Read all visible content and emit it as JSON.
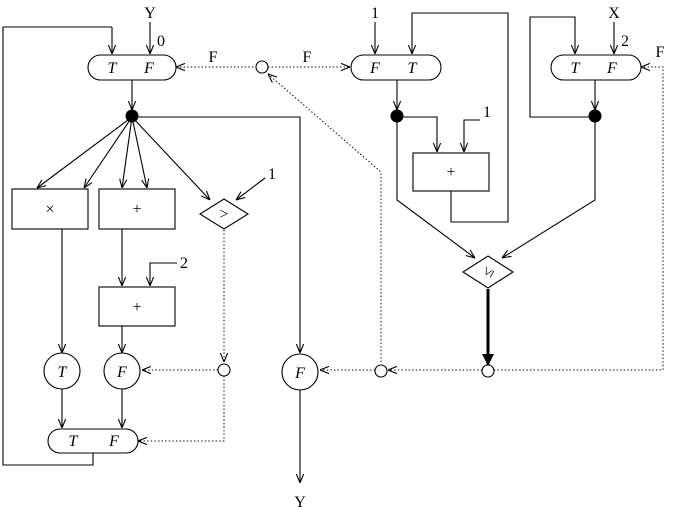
{
  "labels": {
    "input_y": "Y",
    "input_x": "X",
    "output_y": "Y",
    "const_0": "0",
    "const_1_loop": "1",
    "const_2_x": "2",
    "const_1_add": "1",
    "const_1_cmp": "1",
    "const_2_add": "2",
    "f_left": "F",
    "f_right": "F",
    "f_far_right": "F"
  },
  "nodes": {
    "merge_y_true": "T",
    "merge_y_false": "F",
    "merge_i_false": "F",
    "merge_i_true": "T",
    "merge_x_true": "T",
    "merge_x_false": "F",
    "op_multiply": "×",
    "op_add_left": "+",
    "op_add_second": "+",
    "op_add_right": "+",
    "op_greater": ">",
    "op_less_equal": "≤",
    "gate_true": "T",
    "gate_false": "F",
    "gate_output": "F",
    "merge_bottom_true": "T",
    "merge_bottom_false": "F"
  }
}
